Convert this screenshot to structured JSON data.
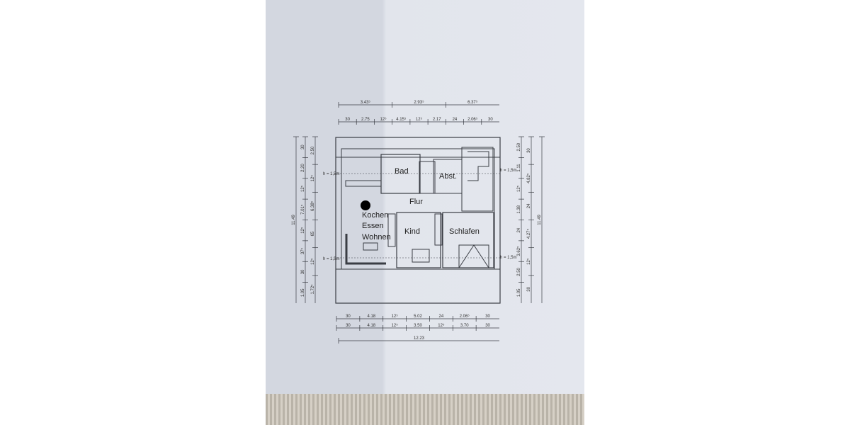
{
  "rooms": {
    "bad": "Bad",
    "abst": "Abst.",
    "flur": "Flur",
    "kochen": "Kochen",
    "essen": "Essen",
    "wohnen": "Wohnen",
    "kind": "Kind",
    "schlafen": "Schlafen"
  },
  "height_note": "h = 1,5m",
  "dimensions": {
    "top_outer": [
      "3.43⁵",
      "2.93⁵",
      "6.37⁵"
    ],
    "top_inner": [
      "30",
      "2.75",
      "12⁵",
      "4.15⁵",
      "12⁵",
      "2.17",
      "24",
      "2.06⁵",
      "30"
    ],
    "bottom_1": [
      "30",
      "4.18",
      "12⁵",
      "5.02",
      "24",
      "2.06⁵",
      "30"
    ],
    "bottom_2": [
      "30",
      "4.18",
      "12⁵",
      "3.50",
      "12⁵",
      "3.70",
      "30"
    ],
    "bottom_total": [
      "12.23"
    ],
    "left_total": [
      "11.49"
    ],
    "left_1": [
      "30",
      "2.20",
      "12⁵",
      "7.01⁵",
      "12⁵",
      "37⁵",
      "30",
      "1.05"
    ],
    "left_2": [
      "2.50",
      "12⁵",
      "6.38⁵",
      "65",
      "12⁵",
      "1.72⁵"
    ],
    "right_1": [
      "2.50",
      "1.11",
      "12⁵",
      "1.38",
      "24",
      "3.62⁵",
      "2.50",
      "1.05"
    ],
    "right_2": [
      "30",
      "4.82⁵",
      "24",
      "4.27⁵",
      "12⁵",
      "30"
    ],
    "right_total": [
      "11.49"
    ]
  }
}
